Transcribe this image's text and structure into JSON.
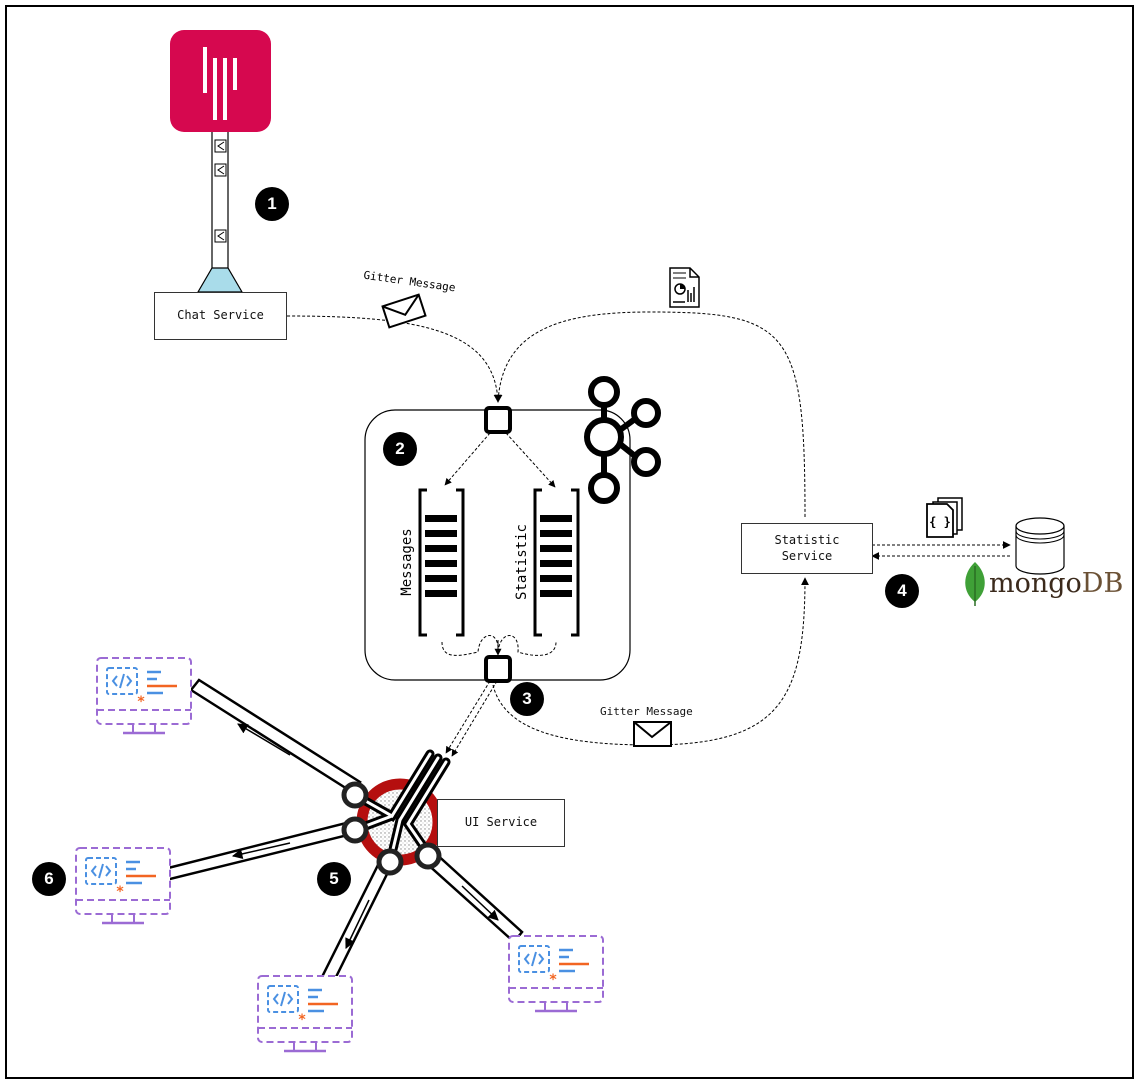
{
  "nodes": {
    "chat_service": "Chat Service",
    "statistic_service": [
      "Statistic",
      "Service"
    ],
    "ui_service": "UI Service"
  },
  "topics": {
    "messages": "Messages",
    "statistic": "Statistic"
  },
  "labels": {
    "gitter_message_top": "Gitter Message",
    "gitter_message_bottom": "Gitter Message"
  },
  "badges": [
    "1",
    "2",
    "3",
    "4",
    "5",
    "6"
  ],
  "brand": {
    "mongo_prefix": "mongo",
    "mongo_suffix": "DB"
  },
  "icons": [
    "gitter-logo-icon",
    "kafka-logo-icon",
    "envelope-icon",
    "report-icon",
    "json-documents-icon",
    "database-icon",
    "mongodb-leaf-icon",
    "monitor-code-icon",
    "ui-hub-icon"
  ],
  "colors": {
    "gitter": "#d6084f",
    "funnel": "#a9dcea",
    "hub_ring": "#b50f0f",
    "monitor_border": "#9b6bd4",
    "code_blue": "#4a90e2",
    "code_orange": "#f26522",
    "mongo_green": "#3fa037"
  }
}
